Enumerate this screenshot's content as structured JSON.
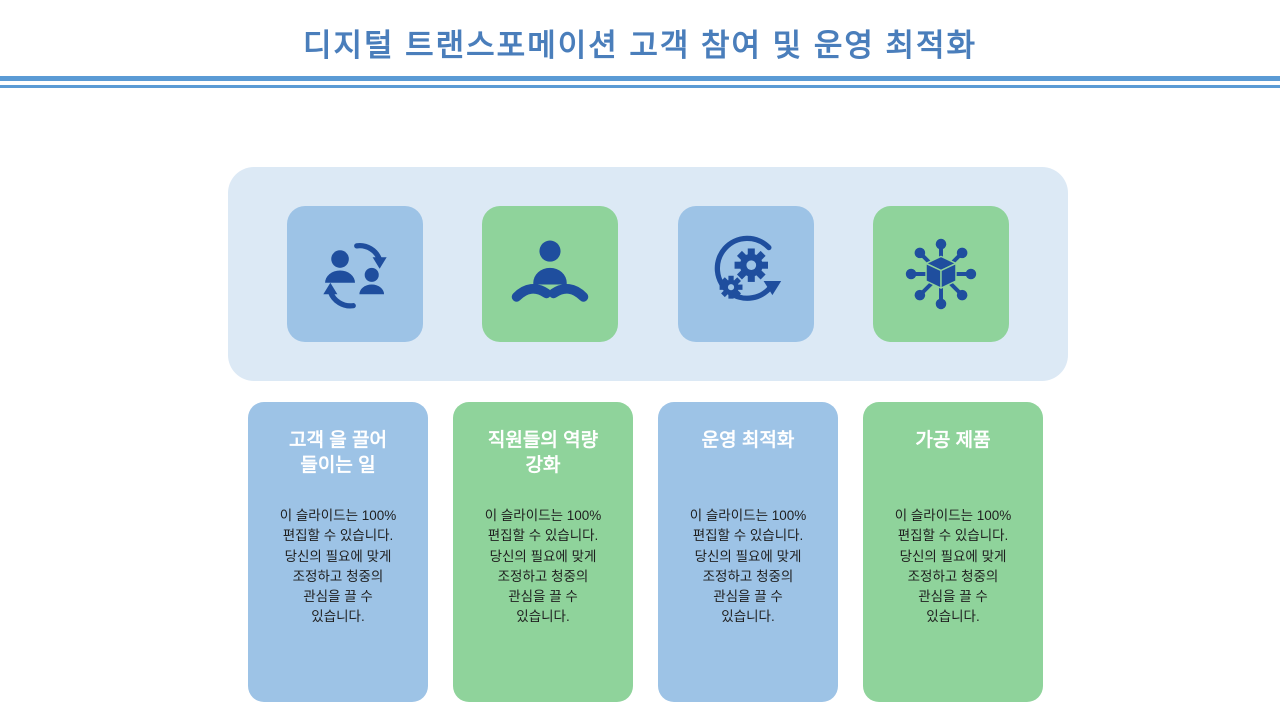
{
  "slide": {
    "title": "디지털 트랜스포메이션 고객 참여 및 운영 최적화"
  },
  "colors": {
    "title_text": "#4A7EBB",
    "divider": "#5B9BD5",
    "panel_bg": "#DCE9F5",
    "tile_blue": "#9DC3E6",
    "tile_green": "#8FD39B",
    "icon": "#1F4E9E",
    "card_title_text": "#FFFFFF",
    "body_text": "#1F1F1F"
  },
  "icon_tiles": [
    {
      "icon": "people-exchange-icon",
      "depicts": "two people with cyclic arrows",
      "bg": "blue"
    },
    {
      "icon": "person-in-hands-icon",
      "depicts": "person held by two open hands",
      "bg": "green"
    },
    {
      "icon": "gears-cycle-icon",
      "depicts": "two gears inside circular arrow",
      "bg": "blue"
    },
    {
      "icon": "cube-network-icon",
      "depicts": "cube connected to network nodes",
      "bg": "green"
    }
  ],
  "cards": [
    {
      "title": "고객 을 끌어\n들이는 일",
      "body": "이 슬라이드는 100%\n편집할 수 있습니다.\n당신의 필요에 맞게\n조정하고 청중의\n관심을 끌 수\n있습니다.",
      "bg": "blue"
    },
    {
      "title": "직원들의 역량\n강화",
      "body": "이 슬라이드는 100%\n편집할 수 있습니다.\n당신의 필요에 맞게\n조정하고 청중의\n관심을 끌 수\n있습니다.",
      "bg": "green"
    },
    {
      "title": "운영 최적화",
      "body": "이 슬라이드는 100%\n편집할 수 있습니다.\n당신의 필요에 맞게\n조정하고 청중의\n관심을 끌 수\n있습니다.",
      "bg": "blue"
    },
    {
      "title": "가공 제품",
      "body": "이 슬라이드는 100%\n편집할 수 있습니다.\n당신의 필요에 맞게\n조정하고 청중의\n관심을 끌 수\n있습니다.",
      "bg": "green"
    }
  ]
}
